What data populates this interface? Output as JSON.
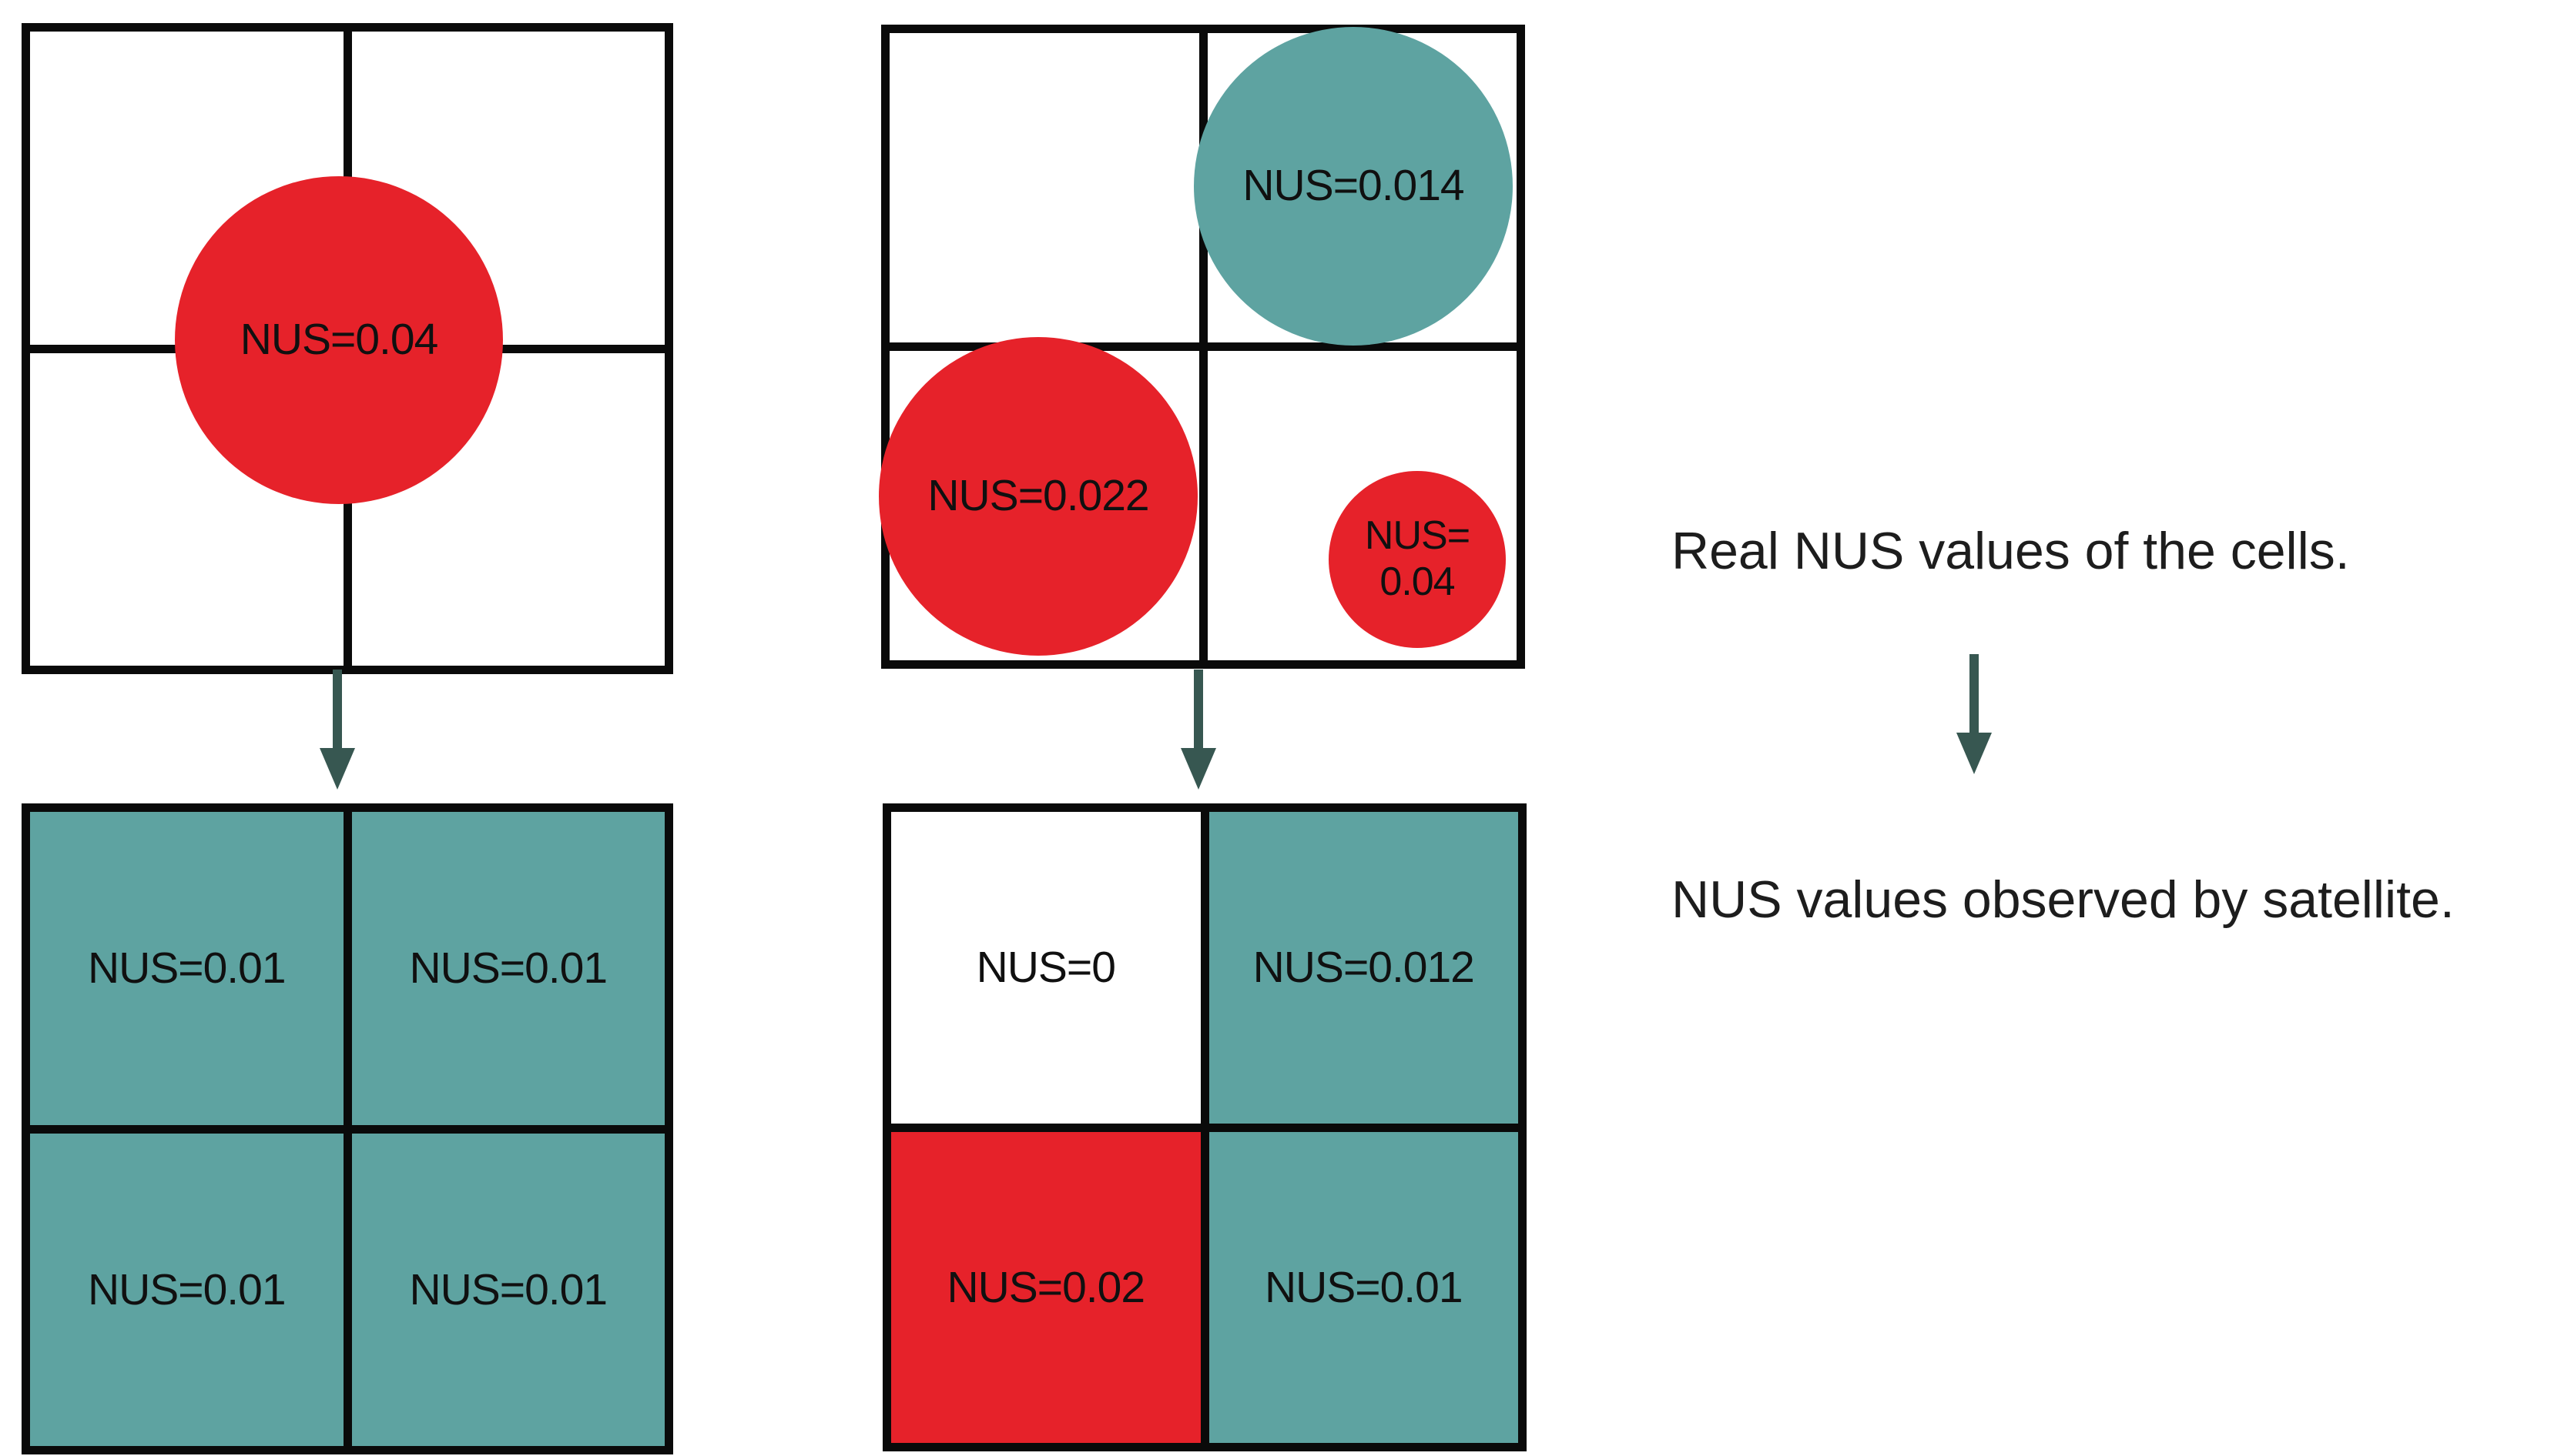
{
  "palette": {
    "cell_teal": "#5ea3a1",
    "cell_red": "#e6222a",
    "cell_white": "#ffffff",
    "grid_line_black": "#0a0a0a",
    "arrow_dark_teal": "#375751",
    "label_text": "#101010"
  },
  "example_1": {
    "real_grid": {
      "cells": [
        {
          "label": "",
          "fill": "white"
        },
        {
          "label": "",
          "fill": "white"
        },
        {
          "label": "",
          "fill": "white"
        },
        {
          "label": "",
          "fill": "white"
        }
      ],
      "circles": [
        {
          "label": "NUS=0.04",
          "fill": "red",
          "position": "center-of-grid"
        }
      ]
    },
    "observed_grid": {
      "cells": [
        {
          "label": "NUS=0.01",
          "fill": "teal"
        },
        {
          "label": "NUS=0.01",
          "fill": "teal"
        },
        {
          "label": "NUS=0.01",
          "fill": "teal"
        },
        {
          "label": "NUS=0.01",
          "fill": "teal"
        }
      ]
    }
  },
  "example_2": {
    "real_grid": {
      "cells": [
        {
          "label": "",
          "fill": "white"
        },
        {
          "label": "",
          "fill": "white"
        },
        {
          "label": "",
          "fill": "white"
        },
        {
          "label": "",
          "fill": "white"
        }
      ],
      "circles": [
        {
          "label": "NUS=0.014",
          "fill": "teal",
          "position": "top-right-cell"
        },
        {
          "label": "NUS=0.022",
          "fill": "red",
          "position": "bottom-left-cell"
        },
        {
          "label_line1": "NUS=",
          "label_line2": "0.04",
          "fill": "red",
          "position": "bottom-right-cell"
        }
      ]
    },
    "observed_grid": {
      "cells": [
        {
          "label": "NUS=0",
          "fill": "white"
        },
        {
          "label": "NUS=0.012",
          "fill": "teal"
        },
        {
          "label": "NUS=0.02",
          "fill": "red"
        },
        {
          "label": "NUS=0.01",
          "fill": "teal"
        }
      ]
    }
  },
  "captions": {
    "real": "Real NUS values of the cells.",
    "observed": "NUS values observed by satellite."
  }
}
